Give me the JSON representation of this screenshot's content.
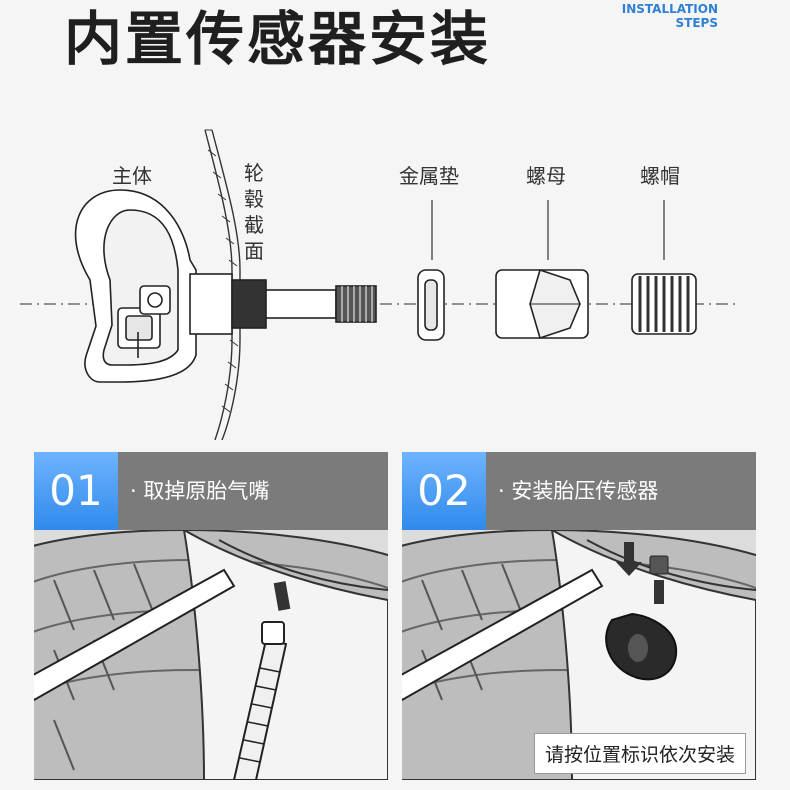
{
  "header": {
    "title": "内置传感器安装",
    "badge_line1": "INSTALLATION",
    "badge_line2": "STEPS",
    "accent_color": "#2f7fd6"
  },
  "diagram": {
    "labels": {
      "body": "主体",
      "rim_section": "轮毂截面",
      "rim_chars": [
        "轮",
        "毂",
        "截",
        "面"
      ],
      "washer": "金属垫",
      "nut": "螺母",
      "cap": "螺帽"
    }
  },
  "steps": [
    {
      "number": "01",
      "title": "· 取掉原胎气嘴"
    },
    {
      "number": "02",
      "title": "· 安装胎压传感器"
    }
  ],
  "note": "请按位置标识依次安装",
  "colors": {
    "step_blue": "#2f8aeb",
    "header_gray": "#7b7b7b",
    "background": "#f5f5f5"
  }
}
